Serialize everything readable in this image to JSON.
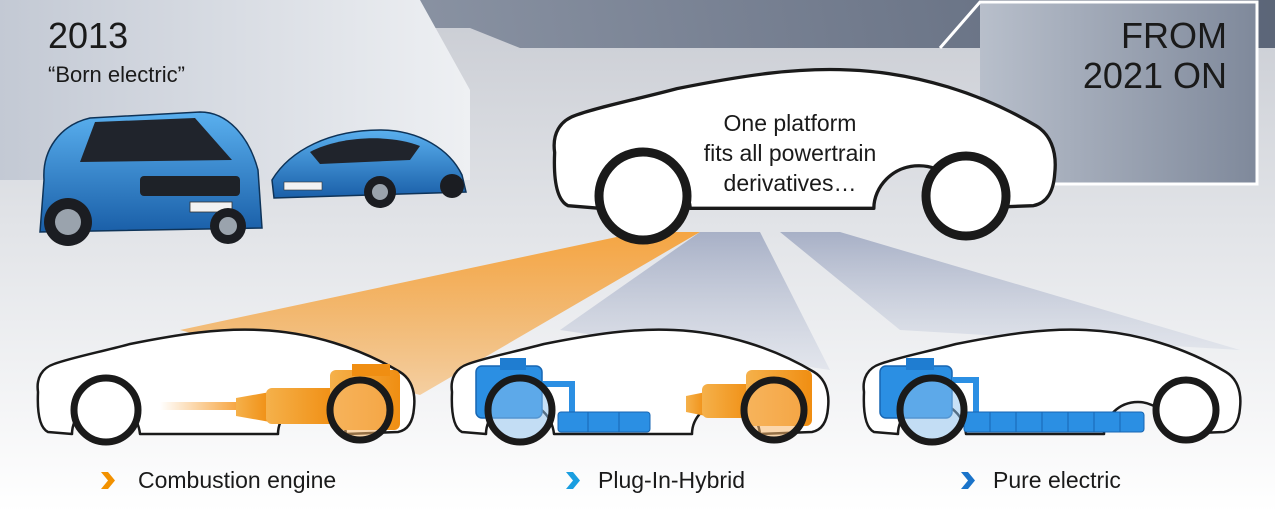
{
  "left_panel": {
    "year": "2013",
    "tagline": "“Born electric”"
  },
  "right_panel": {
    "line1": "FROM",
    "line2": "2021 ON"
  },
  "platform": {
    "line1": "One platform",
    "line2": "fits all powertrain",
    "line3": "derivatives…"
  },
  "derivatives": [
    {
      "label": "Combustion engine",
      "bullet_color": "#f29100"
    },
    {
      "label": "Plug-In-Hybrid",
      "bullet_color": "#1a9ee0"
    },
    {
      "label": "Pure electric",
      "bullet_color": "#1a73c9"
    }
  ],
  "colors": {
    "engine_orange": "#f7a43a",
    "battery_blue": "#2b8fe3",
    "panel_gray": "#d9dde4",
    "dark_slate": "#5a6477"
  }
}
